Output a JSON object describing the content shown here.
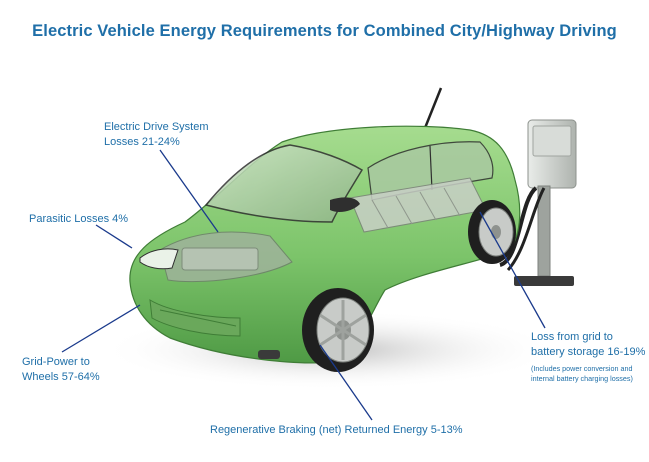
{
  "title": "Electric Vehicle Energy Requirements for Combined City/Highway Driving",
  "labels": {
    "electric_drive": [
      "Electric Drive System",
      "Losses 21-24%"
    ],
    "parasitic": "Parasitic Losses 4%",
    "grid_power": [
      "Grid-Power to",
      "Wheels 57-64%"
    ],
    "regen": "Regenerative Braking (net) Returned Energy 5-13%",
    "grid_loss": [
      "Loss from grid to",
      "battery storage 16-19%"
    ],
    "grid_loss_note": [
      "(Includes power conversion and",
      "internal battery charging losses)"
    ]
  },
  "colors": {
    "label_text": "#1f6fa8",
    "leader_line": "#1a3a8c",
    "car_body": "#7cc46a"
  }
}
